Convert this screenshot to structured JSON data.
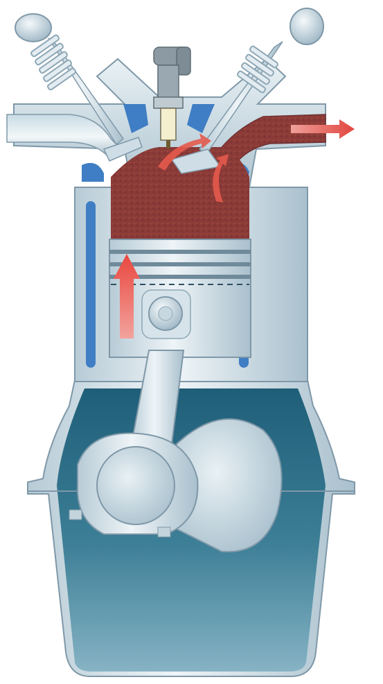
{
  "diagram": {
    "stroke": "exhaust",
    "components": [
      {
        "id": "spark-plug",
        "icon": "spark-plug-icon"
      },
      {
        "id": "intake-valve",
        "icon": "valve-icon",
        "state": "closed"
      },
      {
        "id": "exhaust-valve",
        "icon": "valve-icon",
        "state": "open"
      },
      {
        "id": "intake-port",
        "icon": "port-icon"
      },
      {
        "id": "exhaust-port",
        "icon": "port-icon"
      },
      {
        "id": "combustion-gases",
        "icon": "gas-icon"
      },
      {
        "id": "piston",
        "icon": "piston-icon",
        "motion": "up"
      },
      {
        "id": "connecting-rod",
        "icon": "rod-icon"
      },
      {
        "id": "crankshaft",
        "icon": "crank-icon"
      },
      {
        "id": "crankcase",
        "icon": "crankcase-icon"
      },
      {
        "id": "coolant-jacket",
        "icon": "coolant-icon"
      }
    ],
    "colors": {
      "metal": "#cfdde6",
      "metal_dark": "#8fa9b8",
      "coolant": "#3f7ec4",
      "gas": "#8e3a3a",
      "arrow": "#e2473f",
      "oil": "#2f6d85"
    }
  }
}
